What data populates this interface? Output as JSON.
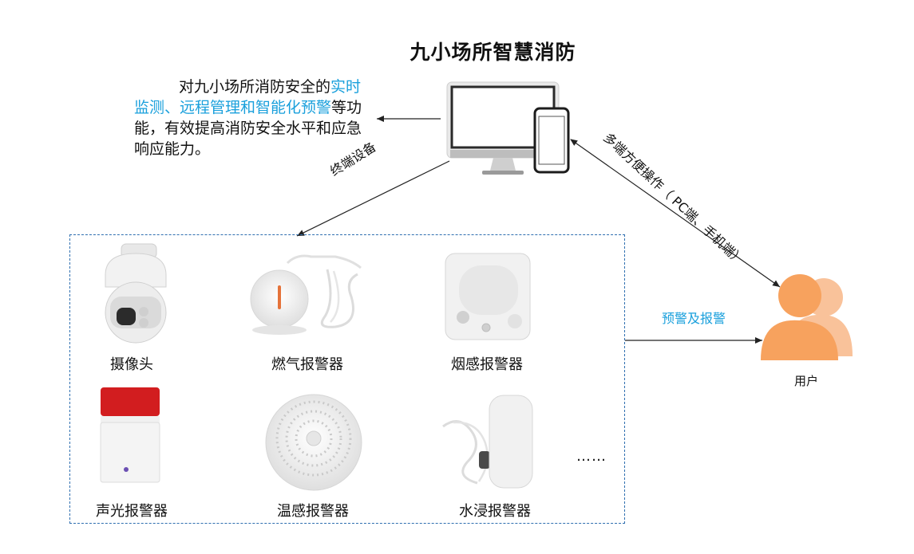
{
  "title": "九小场所智慧消防",
  "description": {
    "part1": "对九小场所消防安全的",
    "highlight": "实时监测、远程管理和智能化预警",
    "part2": "等功能，有效提高消防安全水平和应急响应能力。"
  },
  "edges": {
    "terminal": "终端设备",
    "multi": "多端方便操作（ PC端、手机端）",
    "alarm": "预警及报警"
  },
  "user_label": "用户",
  "devices": [
    {
      "label": "摄像头",
      "icon": "camera-icon"
    },
    {
      "label": "燃气报警器",
      "icon": "gas-alarm-icon"
    },
    {
      "label": "烟感报警器",
      "icon": "smoke-detector-icon"
    },
    {
      "label": "声光报警器",
      "icon": "strobe-alarm-icon"
    },
    {
      "label": "温感报警器",
      "icon": "heat-detector-icon"
    },
    {
      "label": "水浸报警器",
      "icon": "water-leak-icon"
    }
  ],
  "more": "……",
  "colors": {
    "highlight": "#1aa0dc",
    "box_border": "#2f6fb0",
    "user": "#f7a25e",
    "user_light": "#f9c29a"
  }
}
